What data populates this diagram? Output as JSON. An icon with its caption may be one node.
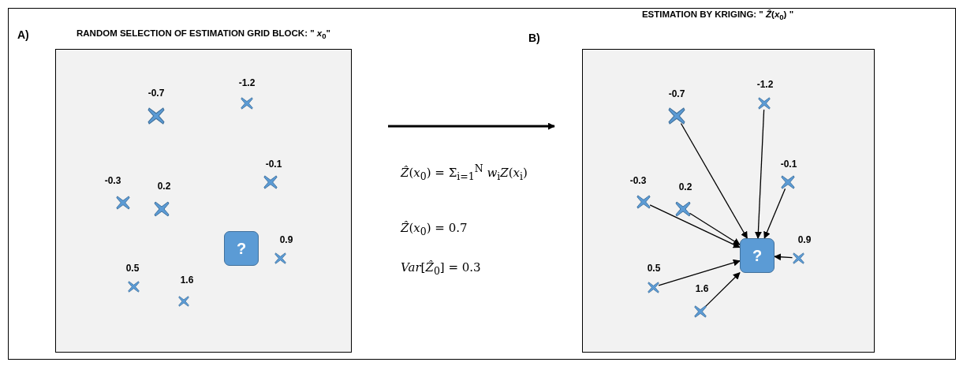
{
  "diagram": {
    "nodes": [
      {
        "text": [
          "RANDOM SELECTION OF ESTIMATION GRID BLOCK: \" *x*$_{0}$\""
        ]
      },
      {
        "text": [],
        "shape": "cross",
        "beside": [
          "-0.7"
        ],
        "in": 0
      },
      {
        "text": [],
        "shape": "cross",
        "beside": [
          "-1.2"
        ],
        "in": 0
      },
      {
        "text": [],
        "shape": "cross",
        "beside": [
          "-0.3"
        ],
        "in": 0
      },
      {
        "text": [],
        "shape": "cross",
        "beside": [
          "0.2"
        ],
        "in": 0
      },
      {
        "text": [],
        "shape": "cross",
        "beside": [
          "-0.1"
        ],
        "in": 0
      },
      {
        "text": [],
        "shape": "cross",
        "beside": [
          "0.9"
        ],
        "in": 0
      },
      {
        "text": [],
        "shape": "cross",
        "beside": [
          "0.5"
        ],
        "in": 0
      },
      {
        "text": [],
        "shape": "cross",
        "beside": [
          "1.6"
        ],
        "in": 0
      },
      {
        "text": [
          "?"
        ],
        "in": 0
      },
      {
        "text": [
          "ESTIMATION  BY KRIGING:  \" *Ẑ*(*x*$_{0}$) \""
        ]
      },
      {
        "text": [],
        "shape": "cross",
        "beside": [
          "-0.7"
        ],
        "in": 10
      },
      {
        "text": [],
        "shape": "cross",
        "beside": [
          "-1.2"
        ],
        "in": 10
      },
      {
        "text": [],
        "shape": "cross",
        "beside": [
          "-0.3"
        ],
        "in": 10
      },
      {
        "text": [],
        "shape": "cross",
        "beside": [
          "0.2"
        ],
        "in": 10
      },
      {
        "text": [],
        "shape": "cross",
        "beside": [
          "-0.1"
        ],
        "in": 10
      },
      {
        "text": [],
        "shape": "cross",
        "beside": [
          "0.9"
        ],
        "in": 10
      },
      {
        "text": [],
        "shape": "cross",
        "beside": [
          "0.5"
        ],
        "in": 10
      },
      {
        "text": [],
        "shape": "cross",
        "beside": [
          "1.6"
        ],
        "in": 10
      },
      {
        "text": [
          "?"
        ],
        "in": 10
      }
    ],
    "edges": [
      {
        "from": 0,
        "to": 10,
        "arrow": "to",
        "style": "thick"
      },
      {
        "from": 11,
        "to": 19,
        "arrow": "to"
      },
      {
        "from": 12,
        "to": 19,
        "arrow": "to"
      },
      {
        "from": 13,
        "to": 19,
        "arrow": "to"
      },
      {
        "from": 14,
        "to": 19,
        "arrow": "to"
      },
      {
        "from": 15,
        "to": 19,
        "arrow": "to"
      },
      {
        "from": 16,
        "to": 19,
        "arrow": "to"
      },
      {
        "from": 17,
        "to": 19,
        "arrow": "to"
      },
      {
        "from": 18,
        "to": 19,
        "arrow": "to"
      }
    ],
    "labels": [
      "A)",
      "B)",
      "*Ẑ*(*x*$_{0}$) = Σ$_{i=1}$$^{N}$ *w*$_{i}$*Z*(*x*$_{i}$)",
      "*Ẑ*(*x*$_{0}$) = 0.7",
      "*Var*[*Ẑ*$_{0}$] = 0.3"
    ]
  }
}
